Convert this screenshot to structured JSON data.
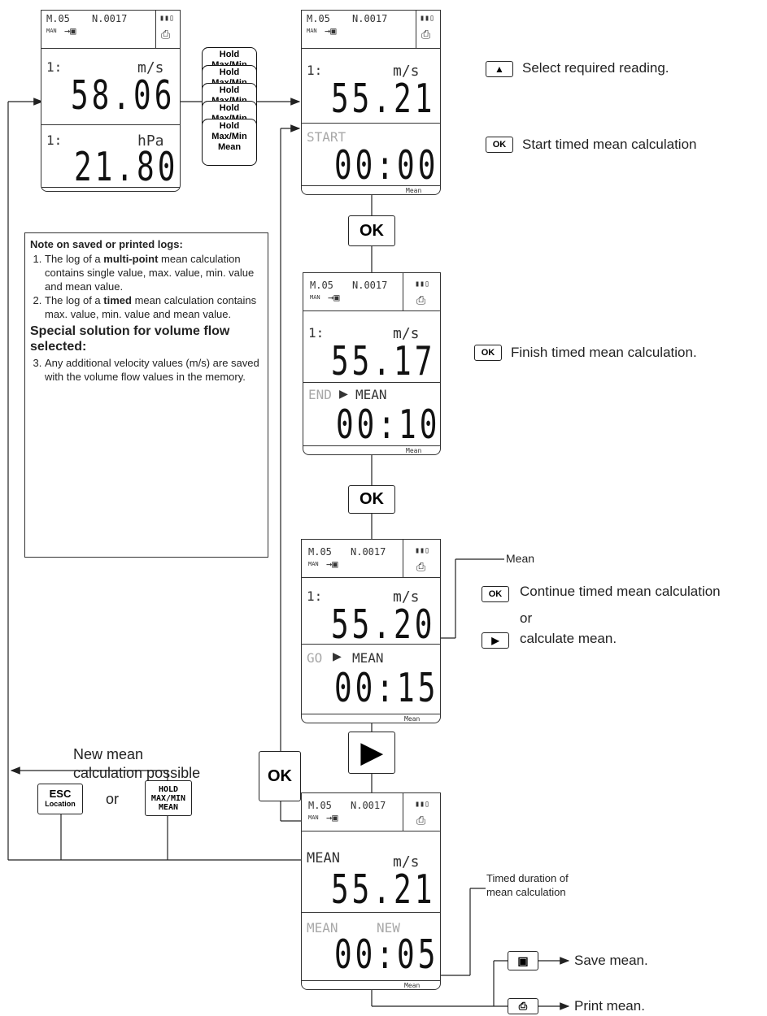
{
  "header": {
    "memory": "M.05",
    "location": "N.0017",
    "man": "MAN"
  },
  "devices": [
    {
      "label_top": "1:",
      "unit_top": "m/s",
      "value_top": "58.06",
      "label_bot": "1:",
      "unit_bot": "hPa",
      "value_bot": "21.80",
      "footer": ""
    },
    {
      "label_top": "1:",
      "unit_top": "m/s",
      "value_top": "55.21",
      "label_bot": "START",
      "unit_bot": "",
      "value_bot": "00:00",
      "footer": "Mean"
    },
    {
      "label_top": "1:",
      "unit_top": "m/s",
      "value_top": "55.17",
      "label_bot": "END",
      "unit_bot": "MEAN",
      "value_bot": "00:10",
      "footer": "Mean"
    },
    {
      "label_top": "1:",
      "unit_top": "m/s",
      "value_top": "55.20",
      "label_bot": "GO",
      "unit_bot": "MEAN",
      "value_bot": "00:15",
      "footer": "Mean"
    },
    {
      "label_top": "MEAN",
      "unit_top": "m/s",
      "value_top": "55.21",
      "label_bot": "MEAN",
      "unit_bot": "NEW",
      "value_bot": "00:05",
      "footer": "Mean"
    }
  ],
  "hold_buttons": {
    "line1": "Hold",
    "line2": "Max/Min",
    "line3": "Mean"
  },
  "keys": {
    "ok": "OK",
    "esc": "ESC",
    "esc_sub": "Location",
    "or": "or",
    "hold": "HOLD",
    "maxmin": "MAX/MIN",
    "mean": "MEAN"
  },
  "instructions": {
    "select": "Select required reading.",
    "start": "Start timed mean calculation",
    "finish": "Finish timed mean calculation.",
    "continue": "Continue timed mean calculation",
    "or": "or",
    "calc": "calculate mean.",
    "new_mean_1": "New mean",
    "new_mean_2": "calculation possible",
    "mean": "Mean",
    "duration_1": "Timed duration of",
    "duration_2": "mean calculation",
    "save": "Save mean.",
    "print": "Print mean."
  },
  "note": {
    "title": "Note on saved or printed logs:",
    "item1_a": "The log of a ",
    "item1_b": "multi-point",
    "item1_c": " mean calculation contains single value, max. value, min. value and mean value.",
    "item2_a": "The log of a ",
    "item2_b": "timed",
    "item2_c": " mean calculation contains max. value, min. value and mean value.",
    "subtitle": "Special solution for volume flow selected:",
    "item3": "Any additional velocity values (m/s) are saved with the volume flow values in the memory."
  }
}
